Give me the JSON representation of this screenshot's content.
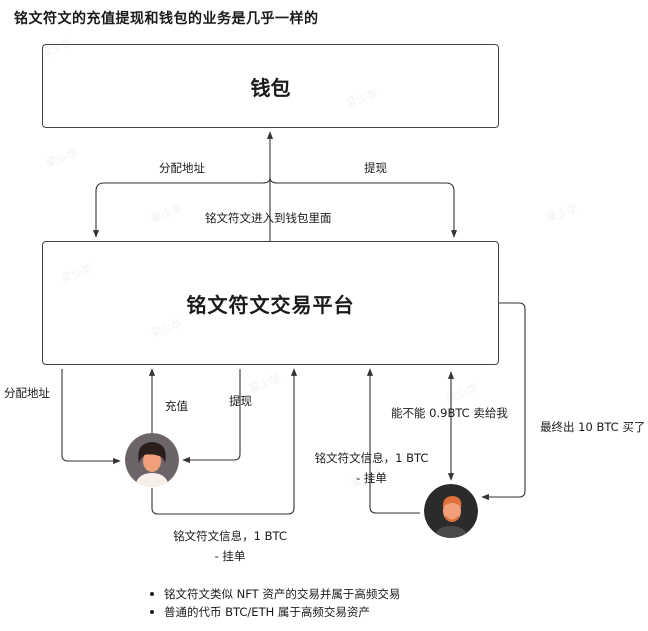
{
  "title": "铭文符文的充值提现和钱包的业务是几乎一样的",
  "boxes": {
    "wallet": "钱包",
    "platform": "铭文符文交易平台"
  },
  "labels": {
    "dist_addr_top": "分配地址",
    "withdraw_top": "提现",
    "enter_wallet": "铭文符文进入到钱包里面",
    "dist_addr_left": "分配地址",
    "deposit": "充值",
    "withdraw_left": "提现",
    "listing_left_1": "铭文符文信息，1 BTC",
    "listing_left_2": "- 挂单",
    "listing_right_1": "铭文符文信息，1 BTC",
    "listing_right_2": "- 挂单",
    "offer": "能不能 0.9BTC 卖给我",
    "final": "最终出 10 BTC 买了"
  },
  "bullets": [
    "铭文符文类似 NFT 资产的交易并属于高频交易",
    "普通的代币 BTC/ETH 属于高频交易资产"
  ],
  "watermark": "梁少华",
  "colors": {
    "line": "#333333",
    "box_border": "#444444",
    "avatar_left_bg": "#6b6468",
    "avatar_right_bg": "#2b2b2b",
    "skin": "#f2a07b",
    "hair_left": "#2a1f1c",
    "hair_right": "#e0703a"
  }
}
